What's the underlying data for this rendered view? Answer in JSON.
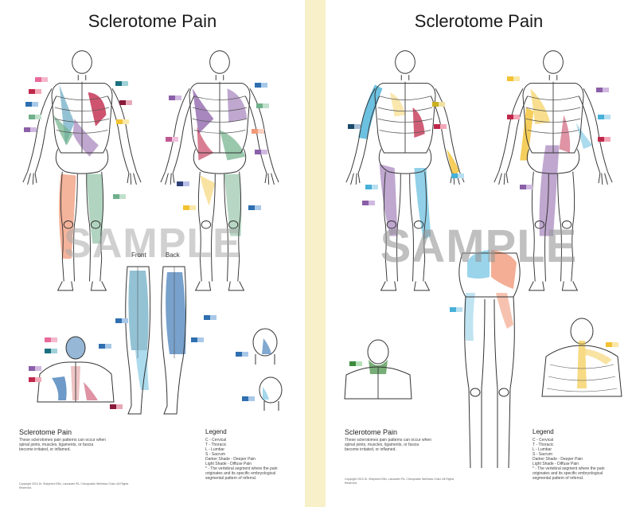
{
  "left_poster": {
    "title": "Sclerotome Pain",
    "watermark": "SAMPLE",
    "view_front": "Front",
    "view_back": "Back",
    "desc_title": "Sclerotome Pain",
    "desc_body": "These sclerotomes pain patterns can occur when spinal joints, muscles, ligaments, or fascia become irritated, or inflamed.",
    "legend_title": "Legend",
    "legend_items": [
      "C - Cervical",
      "T - Thoracic",
      "L - Lumbar",
      "S - Sacrum",
      "Darker Shade - Deeper Pain",
      "Light Shade - Diffuse Pain",
      "* - The vertebral segment where the pain originates and its specific embryological segmental pattern of referral."
    ],
    "copyright": "Copyright 2010 Dr. Shepherd Ellis, Lancaster PA. Chiropractic Wellness Chart. All Rights Reserved."
  },
  "right_poster": {
    "title": "Sclerotome Pain",
    "watermark": "SAMPLE",
    "desc_title": "Sclerotome Pain",
    "desc_body": "These sclerotomes pain patterns can occur when spinal joints, muscles, ligaments, or fascia become irritated, or inflamed.",
    "legend_title": "Legend",
    "legend_items": [
      "C - Cervical",
      "T - Thoracic",
      "L - Lumbar",
      "S - Sacrum",
      "Darker Shade - Deeper Pain",
      "Light Shade - Diffuse Pain",
      "* - The vertebral segment where the pain originates and its specific embryological segmental pattern of referral."
    ],
    "copyright": "Copyright 2010 Dr. Shepherd Ellis, Lancaster PA. Chiropractic Wellness Chart. All Rights Reserved."
  },
  "colors": {
    "background": "#f7f0c8",
    "poster": "#ffffff",
    "cervical": "#2f6fb0",
    "thoracic_red": "#c0284a",
    "lumbar_green": "#6fb08a",
    "sacral_purple": "#8a5fa8",
    "orange": "#f09a7a",
    "yellow": "#f2c232",
    "cyan": "#47b0d8"
  }
}
